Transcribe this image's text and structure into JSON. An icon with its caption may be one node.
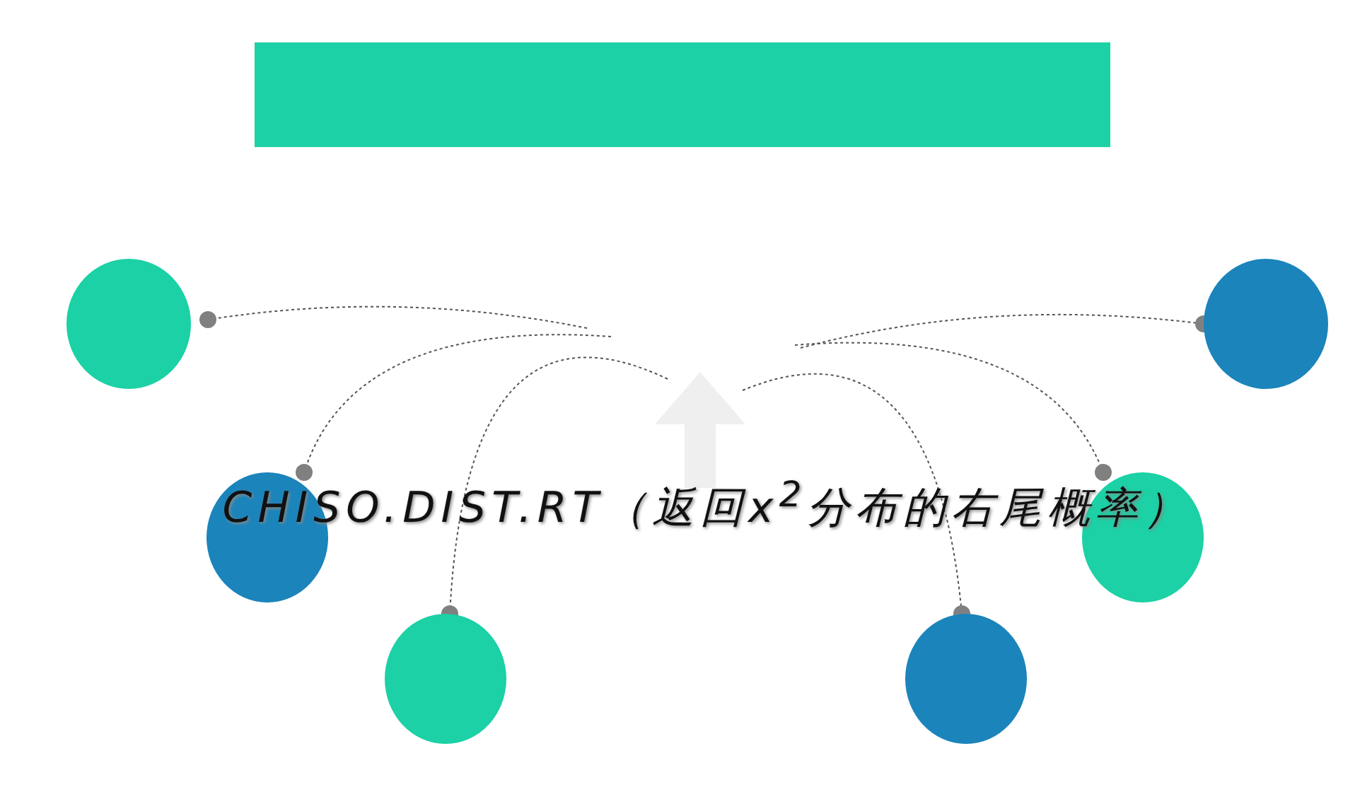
{
  "diagram": {
    "title": "CHISO.DIST.RT（返回x$^{2}$分布的右尾概率）",
    "nodes": [
      {
        "text": [],
        "shape": "circle"
      },
      {
        "text": [],
        "shape": "circle"
      },
      {
        "text": [],
        "shape": "circle"
      },
      {
        "text": [],
        "shape": "circle"
      },
      {
        "text": [],
        "shape": "circle"
      },
      {
        "text": [],
        "shape": "circle"
      }
    ],
    "edges": [
      {
        "from": null,
        "to": 0,
        "arrow": "other",
        "style": "dashed"
      },
      {
        "from": null,
        "to": 1,
        "arrow": "other",
        "style": "dashed"
      },
      {
        "from": null,
        "to": 2,
        "arrow": "other",
        "style": "dashed"
      },
      {
        "from": null,
        "to": 3,
        "arrow": "other",
        "style": "dashed"
      },
      {
        "from": null,
        "to": 4,
        "arrow": "other",
        "style": "dashed"
      },
      {
        "from": null,
        "to": 5,
        "arrow": "other",
        "style": "dashed"
      }
    ]
  }
}
